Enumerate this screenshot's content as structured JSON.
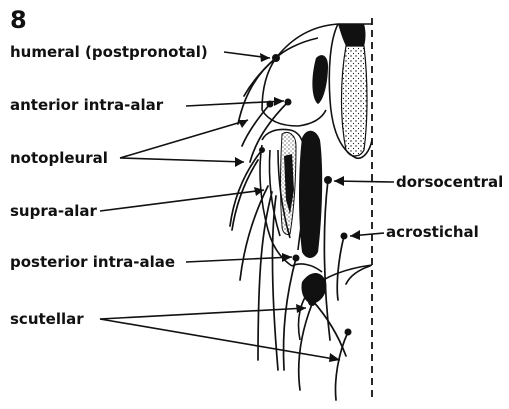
{
  "figure_number": "8",
  "labels": {
    "humeral": "humeral (postpronotal)",
    "anterior_intra_alar": "anterior intra-alar",
    "notopleural": "notopleural",
    "supra_alar": "supra-alar",
    "posterior_intra_alae": "posterior intra-alae",
    "scutellar": "scutellar",
    "dorsocentral": "dorsocentral",
    "acrostichal": "acrostichal"
  },
  "colors": {
    "ink": "#111111",
    "paper": "#ffffff"
  }
}
